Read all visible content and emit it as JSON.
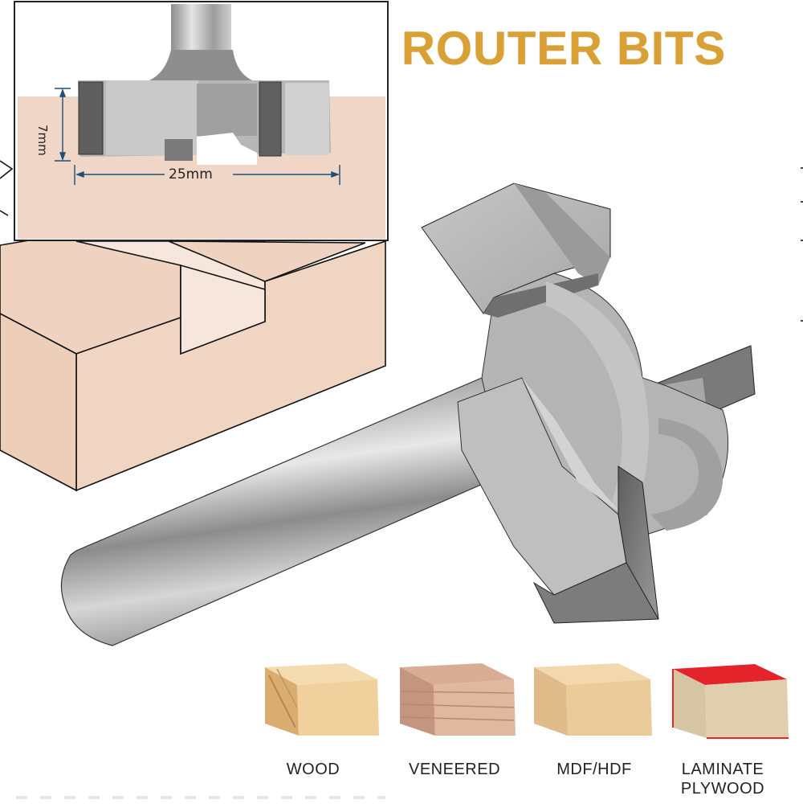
{
  "title": "ROUTER BITS",
  "inset_diagram": {
    "width_dimension": "25mm",
    "height_dimension": "7mm"
  },
  "materials": [
    {
      "label": "WOOD",
      "icon": "wood-block-icon",
      "top_color": "#f3d3a4",
      "side_color": "#e9c48f"
    },
    {
      "label": "VENEERED",
      "icon": "veneered-block-icon",
      "top_color": "#d8a88f",
      "side_color": "#cf9c86"
    },
    {
      "label": "MDF/HDF",
      "icon": "mdf-block-icon",
      "top_color": "#f0d3a6",
      "side_color": "#e6c597"
    },
    {
      "label": "LAMINATE\nPLYWOOD",
      "label_line1": "LAMINATE",
      "label_line2": "PLYWOOD",
      "icon": "laminate-plywood-block-icon",
      "top_color": "#e8262c",
      "side_color": "#d9c9aa"
    }
  ],
  "colors": {
    "title": "#d9a036",
    "wood_diagram": "#f0d5c3",
    "steel_light": "#c9c9c9",
    "steel_dark": "#7e7e7e"
  }
}
